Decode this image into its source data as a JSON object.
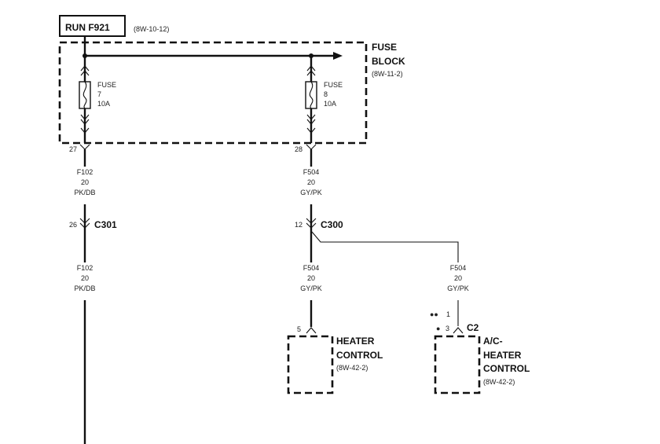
{
  "source": {
    "name": "RUN F921",
    "ref": "(8W-10-12)"
  },
  "fuse_block": {
    "title_line1": "FUSE",
    "title_line2": "BLOCK",
    "ref": "(8W-11-2)"
  },
  "fuses": [
    {
      "line1": "FUSE",
      "number": "7",
      "rating": "10A",
      "cavity": "27"
    },
    {
      "line1": "FUSE",
      "number": "8",
      "rating": "10A",
      "cavity": "28"
    }
  ],
  "wires": {
    "f102_upper": {
      "circuit": "F102",
      "gauge": "20",
      "color": "PK/DB"
    },
    "f102_lower": {
      "circuit": "F102",
      "gauge": "20",
      "color": "PK/DB"
    },
    "f504_upper": {
      "circuit": "F504",
      "gauge": "20",
      "color": "GY/PK"
    },
    "f504_left": {
      "circuit": "F504",
      "gauge": "20",
      "color": "GY/PK"
    },
    "f504_right": {
      "circuit": "F504",
      "gauge": "20",
      "color": "GY/PK"
    }
  },
  "connectors": {
    "c301": {
      "name": "C301",
      "pin": "26"
    },
    "c300": {
      "name": "C300",
      "pin": "12"
    },
    "c2": {
      "name": "C2",
      "pin_a": "1",
      "pin_b": "3",
      "mark_a": "●●",
      "mark_b": "●"
    }
  },
  "modules": {
    "heater_control": {
      "line1": "HEATER",
      "line2": "CONTROL",
      "ref": "(8W-42-2)",
      "pin": "5"
    },
    "ac_heater_control": {
      "line1": "A/C-",
      "line2": "HEATER",
      "line3": "CONTROL",
      "ref": "(8W-42-2)"
    }
  }
}
